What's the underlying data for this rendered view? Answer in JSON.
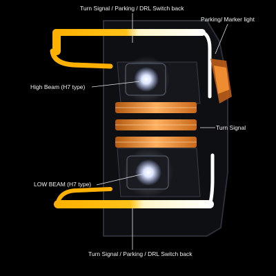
{
  "callouts": {
    "turn_signal_top": "Turn Signal / Parking / DRL  Switch back",
    "parking_marker": "Parking/ Marker light",
    "high_beam": "High Beam (H7 type)",
    "turn_signal": "Turn Signal",
    "low_beam": "LOW BEAM (H7 type)",
    "turn_signal_bottom": "Turn Signal / Parking / DRL  Switch back"
  },
  "colors": {
    "background": "#000000",
    "amber": "#ffb000",
    "drl_white": "#fffbe0",
    "label_text": "#f2f2f2"
  }
}
